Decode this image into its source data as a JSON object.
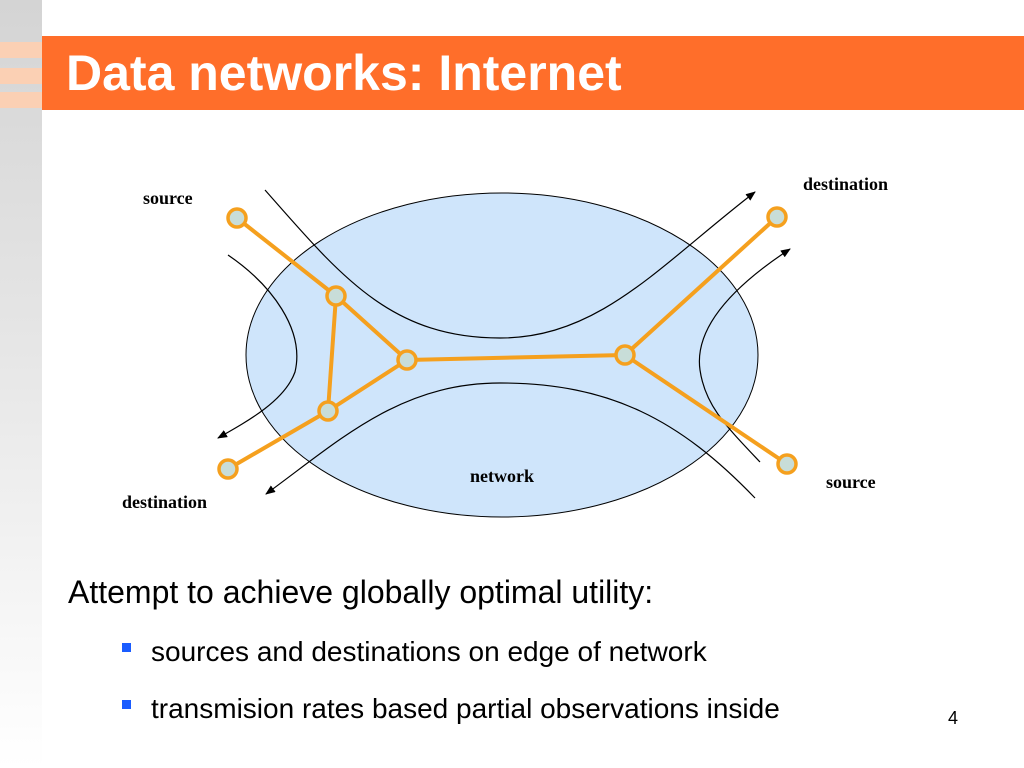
{
  "slide": {
    "title": "Data networks: Internet",
    "number": "4"
  },
  "diagram": {
    "labels": {
      "source_top_left": "source",
      "destination_top_right": "destination",
      "network": "network",
      "source_bottom_right": "source",
      "destination_bottom_left": "destination"
    },
    "colors": {
      "network_fill": "#cfe5fb",
      "link": "#f5a01e",
      "node_fill": "#c8ddd8",
      "accent": "#ff6e2a"
    }
  },
  "content": {
    "main_point": "Attempt to achieve globally optimal utility:",
    "bullets": [
      "sources and destinations on edge of network",
      "transmision rates based partial observations inside"
    ]
  }
}
